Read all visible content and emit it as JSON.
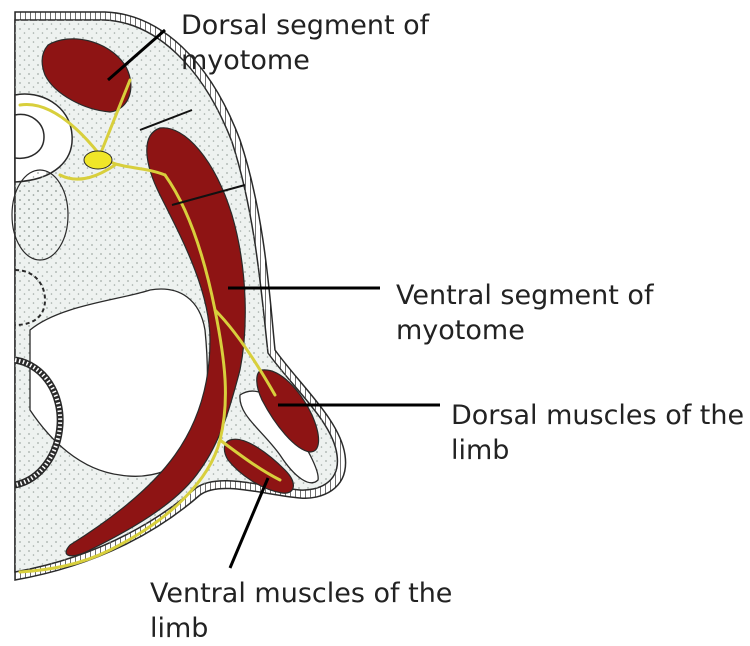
{
  "labels": {
    "dorsal_segment": [
      "Dorsal segment of",
      "myotome"
    ],
    "ventral_segment": [
      "Ventral segment of",
      "myotome"
    ],
    "dorsal_limb": [
      "Dorsal muscles of the",
      "limb"
    ],
    "ventral_limb": [
      "Ventral muscles of the",
      "limb"
    ]
  },
  "colors": {
    "muscle": "#8e1414",
    "nerve": "#e0d84a",
    "outline": "#2a2a2a",
    "tissue": "#eef2f0",
    "stipple": "#9aa39f",
    "leader": "#000000"
  }
}
